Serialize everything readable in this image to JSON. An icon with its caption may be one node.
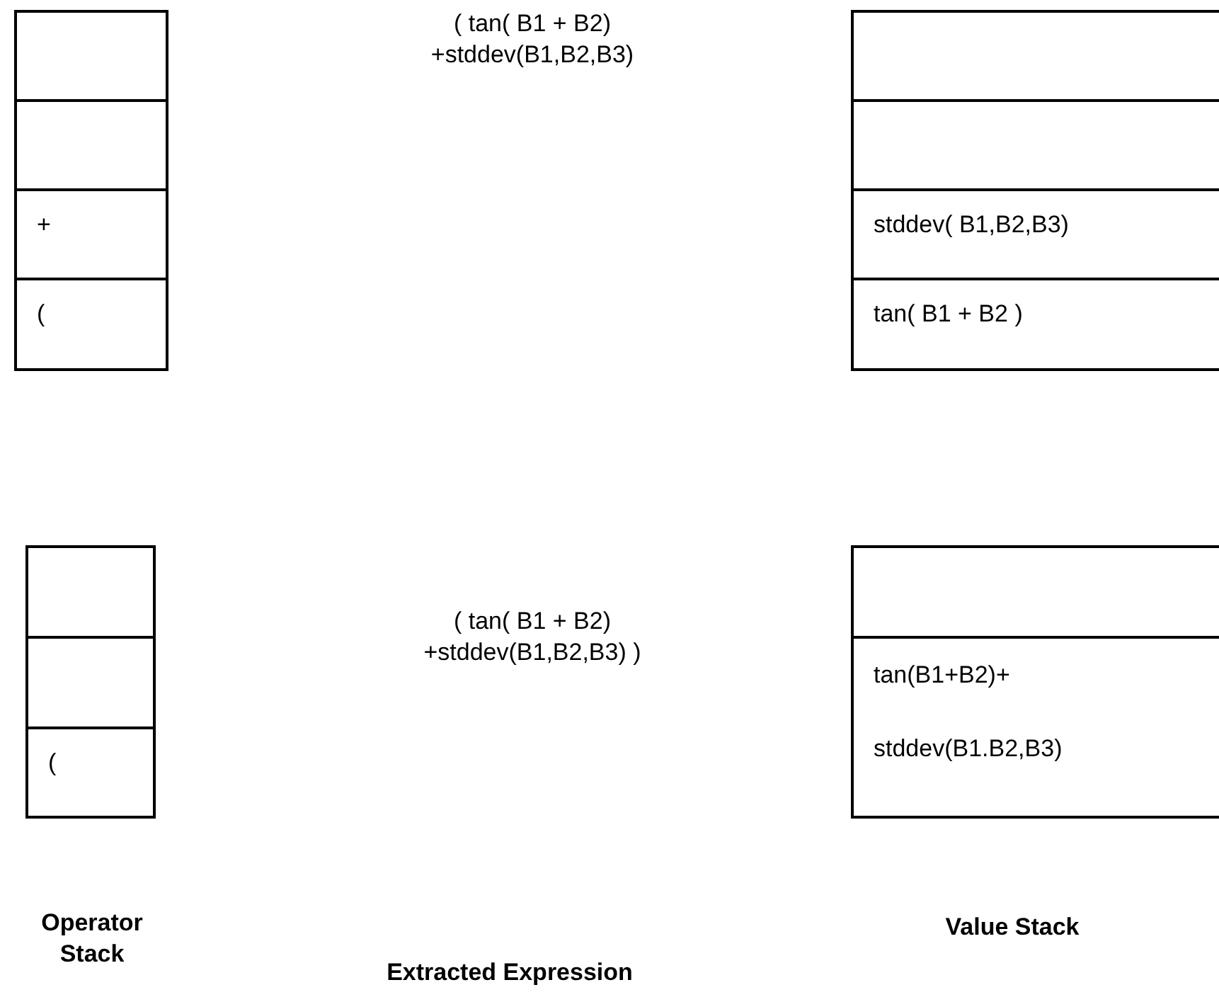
{
  "diagram": {
    "nodes": [
      {
        "text": [],
        "shape": "box"
      },
      {
        "text": [],
        "shape": "box"
      },
      {
        "text": [
          "+"
        ]
      },
      {
        "text": [
          "("
        ]
      },
      {
        "text": [],
        "shape": "box"
      },
      {
        "text": [],
        "shape": "box"
      },
      {
        "text": [
          "stddev( B1,B2,B3)"
        ]
      },
      {
        "text": [
          "tan( B1 + B2 )"
        ]
      },
      {
        "text": [],
        "shape": "box"
      },
      {
        "text": [],
        "shape": "box"
      },
      {
        "text": [
          "("
        ]
      },
      {
        "text": [],
        "shape": "box"
      },
      {
        "text": [
          "tan(B1+B2)+ stddev(B1.B2,B3)"
        ]
      }
    ],
    "labels": [
      "( tan( B1 + B2) +stddev(B1,B2,B3)",
      "( tan( B1 + B2) +stddev(B1,B2,B3) )",
      "Operator Stack",
      "Value Stack",
      "Extracted Expression"
    ]
  }
}
